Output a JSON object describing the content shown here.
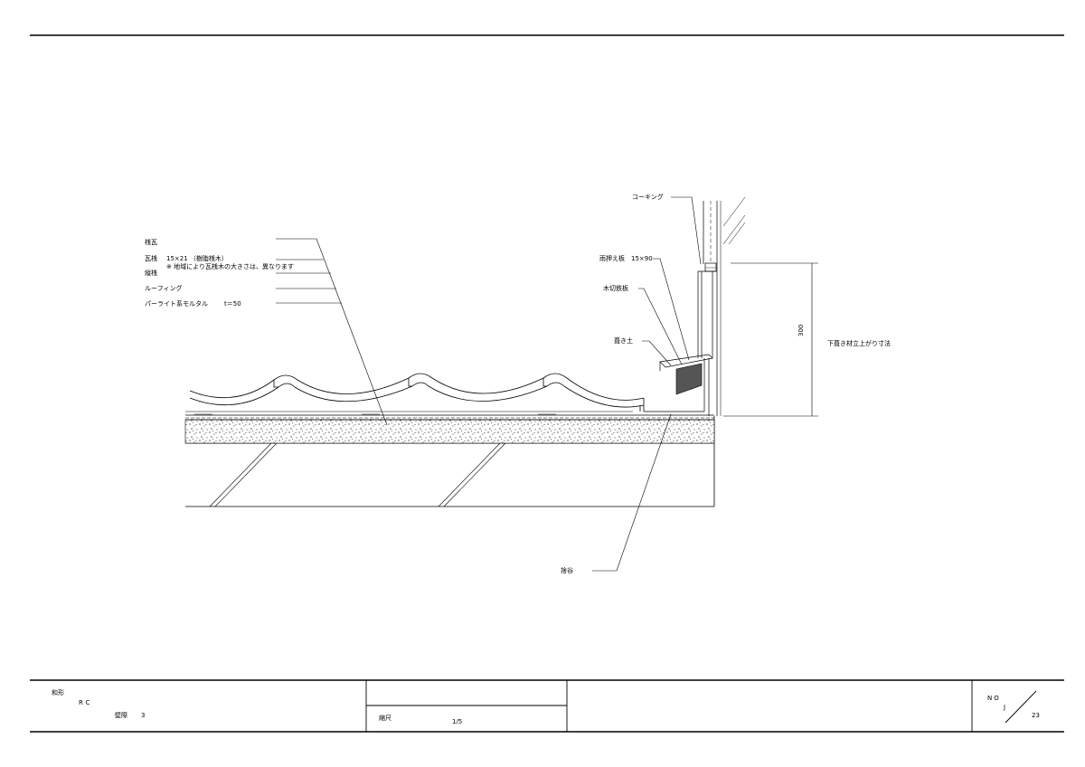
{
  "labels": {
    "tile_type": "桟瓦",
    "batten_label": "瓦桟",
    "batten_size": "15×21 （樹脂桟木）",
    "batten_note": "※ 地域により瓦桟木の大きさは、異なります",
    "counter_batten": "縦桟",
    "roofing": "ルーフィング",
    "mortar": "パーライト系モルタル",
    "mortar_thickness": "t＝50",
    "caulking": "コーキング",
    "rain_board": "雨押え板",
    "rain_board_size": "15×90",
    "wood_plate": "木切鉄板",
    "fill_soil": "葺き土",
    "valley": "捨谷",
    "dim_value": "300",
    "dim_note": "下葺き材立上がり寸法"
  },
  "title_block": {
    "type": "和形",
    "structure": "RC",
    "detail_label": "壁際",
    "detail_no": "3",
    "scale_label": "縮尺",
    "scale_value": "1/5",
    "no_label": "NO",
    "series": "J",
    "sheet_no": "23"
  }
}
